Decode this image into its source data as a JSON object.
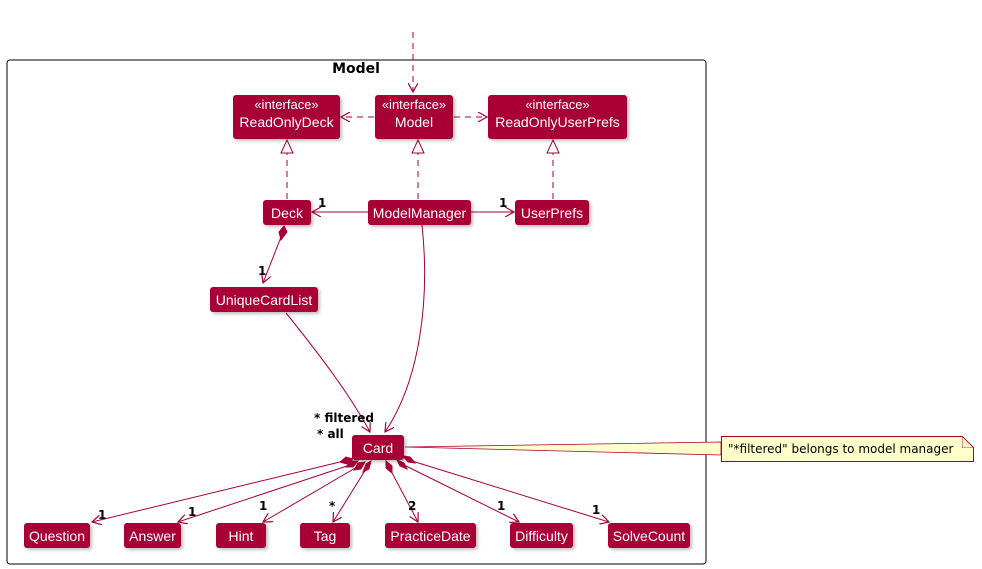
{
  "package": {
    "title": "Model"
  },
  "classes": {
    "read_only_deck": {
      "stereotype": "«interface»",
      "name": "ReadOnlyDeck"
    },
    "model": {
      "stereotype": "«interface»",
      "name": "Model"
    },
    "read_only_user_prefs": {
      "stereotype": "«interface»",
      "name": "ReadOnlyUserPrefs"
    },
    "deck": {
      "name": "Deck"
    },
    "model_manager": {
      "name": "ModelManager"
    },
    "user_prefs": {
      "name": "UserPrefs"
    },
    "unique_card_list": {
      "name": "UniqueCardList"
    },
    "card": {
      "name": "Card"
    },
    "question": {
      "name": "Question"
    },
    "answer": {
      "name": "Answer"
    },
    "hint": {
      "name": "Hint"
    },
    "tag": {
      "name": "Tag"
    },
    "practice_date": {
      "name": "PracticeDate"
    },
    "difficulty": {
      "name": "Difficulty"
    },
    "solve_count": {
      "name": "SolveCount"
    }
  },
  "multiplicities": {
    "deck": "1",
    "user_prefs": "1",
    "unique_card_list": "1",
    "card_filtered": "* filtered",
    "card_all": "* all",
    "question": "1",
    "answer": "1",
    "hint": "1",
    "tag": "*",
    "practice_date": "2",
    "difficulty": "1",
    "solve_count": "1"
  },
  "note": {
    "text": "\"*filtered\" belongs to model manager"
  },
  "colors": {
    "class_fill": "#a80036",
    "line": "#a80036",
    "note_fill": "#ffffcc"
  }
}
